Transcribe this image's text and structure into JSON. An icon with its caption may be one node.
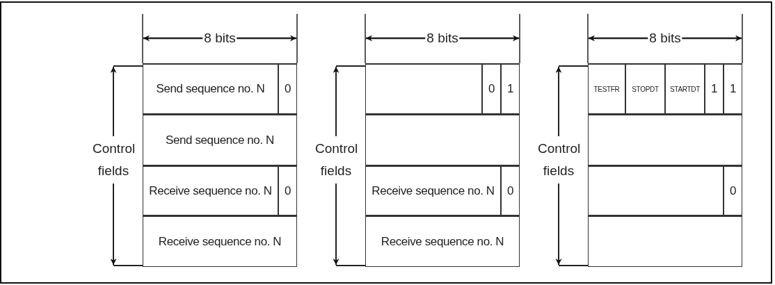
{
  "diagram": {
    "labels": [
      "8 bits",
      "8 bits",
      "8 bits",
      "Send sequence no. N",
      "0",
      "0",
      "1",
      "TESTFR",
      "STOPDT",
      "STARTDT",
      "1",
      "1",
      "Send sequence no. N",
      "Control fields",
      "Control fields",
      "Control fields",
      "Receive sequence no. N",
      "0",
      "Receive sequence no. N",
      "0",
      "0",
      "Receive sequence no. N",
      "Receive sequence no. N"
    ]
  }
}
